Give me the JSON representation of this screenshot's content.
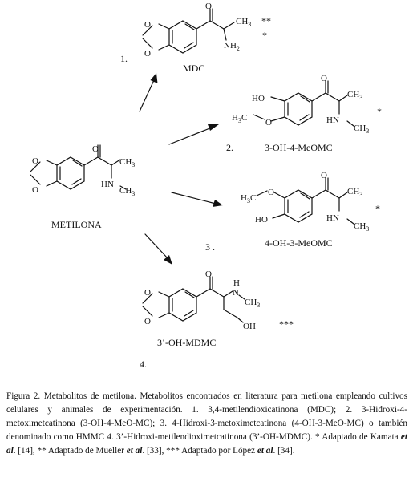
{
  "parent": {
    "name": "METILONA"
  },
  "metabolites": [
    {
      "index": "1.",
      "name": "MDC",
      "ref_marks": [
        "**",
        "*"
      ]
    },
    {
      "index": "2.",
      "name": "3-OH-4-MeOMC",
      "ref_marks": [
        "*"
      ]
    },
    {
      "index": "3 .",
      "name": "4-OH-3-MeOMC",
      "ref_marks": [
        "*"
      ]
    },
    {
      "index": "4.",
      "name": "3’-OH-MDMC",
      "ref_marks": [
        "***"
      ]
    }
  ],
  "atoms": {
    "O": "O",
    "CH3": "CH",
    "H3C": "H",
    "three": "3",
    "NH2": "NH",
    "two": "2",
    "HN": "HN",
    "N": "N",
    "HO": "HO",
    "OH": "OH",
    "C": "C"
  },
  "caption": {
    "text": "Figura 2. Metabolitos de metilona. Metabolitos encontrados en literatura para metilona empleando cultivos celulares y animales de experimentación. 1. 3,4-metilendioxicatinona (MDC); 2. 3-Hidroxi-4-metoximetcatinona (3-OH-4-MeO-MC); 3. 4-Hidroxi-3-metoximetcatinona (4-OH-3-MeO-MC) o también denominado como HMMC 4. 3’-Hidroxi-metilendioximetcatinona (3’-OH-MDMC). * Adaptado de Kamata ",
    "et_al": "et al",
    "ref1": ". [14], ** Adaptado de Mueller ",
    "ref2": ". [33], *** Adaptado por López ",
    "ref3": ". [34]."
  }
}
